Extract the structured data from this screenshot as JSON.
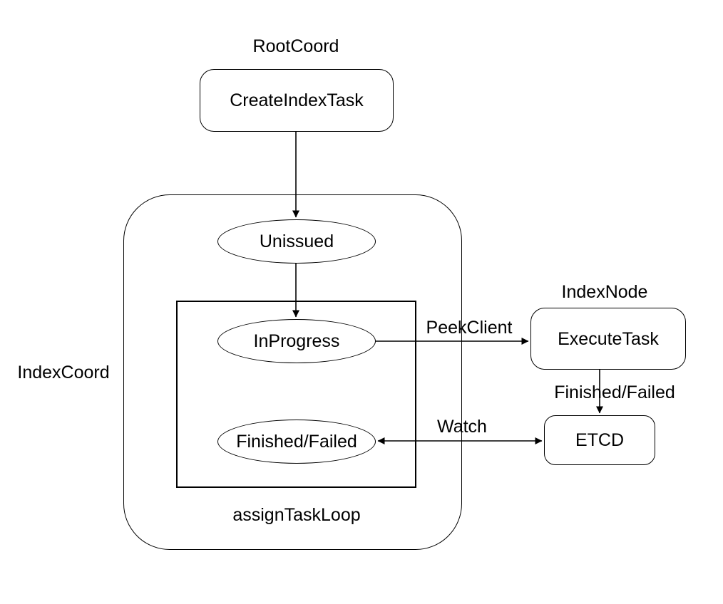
{
  "diagram": {
    "title_context": "Index task state flow diagram",
    "colors": {
      "background": "#ffffff",
      "stroke": "#000000",
      "text": "#000000"
    },
    "group_labels": {
      "root_coord": "RootCoord",
      "index_coord": "IndexCoord",
      "index_node": "IndexNode",
      "assign_task_loop": "assignTaskLoop"
    },
    "nodes": {
      "create_index_task": "CreateIndexTask",
      "unissued": "Unissued",
      "in_progress": "InProgress",
      "finished_failed": "Finished/Failed",
      "execute_task": "ExecuteTask",
      "etcd": "ETCD"
    },
    "edge_labels": {
      "peek_client": "PeekClient",
      "finished_failed": "Finished/Failed",
      "watch": "Watch"
    },
    "edges": [
      {
        "from": "create_index_task",
        "to": "unissued",
        "label": ""
      },
      {
        "from": "unissued",
        "to": "in_progress",
        "label": ""
      },
      {
        "from": "in_progress",
        "to": "execute_task",
        "label": "PeekClient"
      },
      {
        "from": "execute_task",
        "to": "etcd",
        "label": "Finished/Failed"
      },
      {
        "from": "etcd",
        "to": "finished_failed",
        "label": "Watch",
        "bidirectional": true
      }
    ]
  }
}
